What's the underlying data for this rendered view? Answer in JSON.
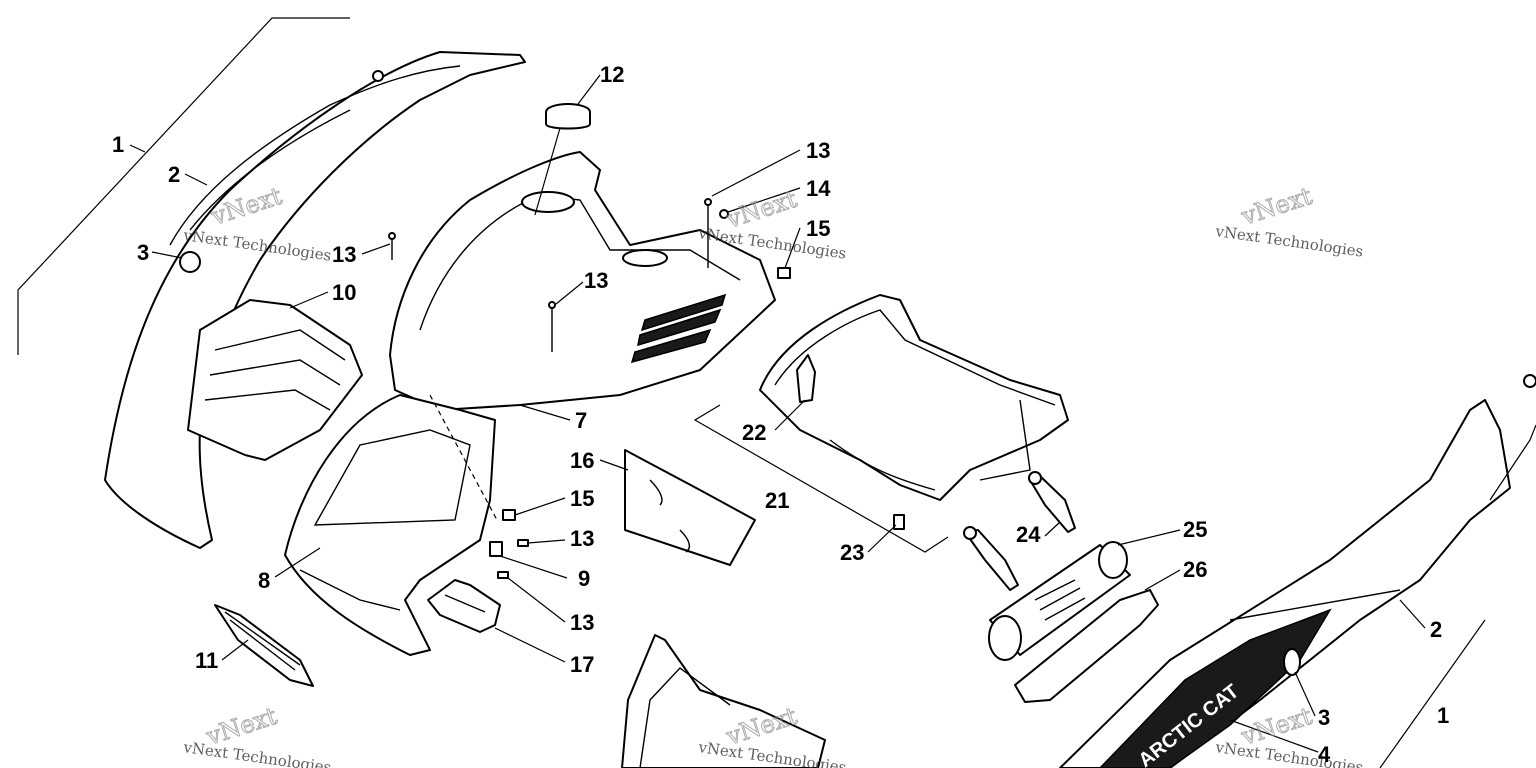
{
  "callouts": [
    {
      "label": "1"
    },
    {
      "label": "2"
    },
    {
      "label": "3"
    },
    {
      "label": "13"
    },
    {
      "label": "10"
    },
    {
      "label": "12"
    },
    {
      "label": "13"
    },
    {
      "label": "13"
    },
    {
      "label": "14"
    },
    {
      "label": "15"
    },
    {
      "label": "7"
    },
    {
      "label": "22"
    },
    {
      "label": "16"
    },
    {
      "label": "15"
    },
    {
      "label": "13"
    },
    {
      "label": "21"
    },
    {
      "label": "9"
    },
    {
      "label": "8"
    },
    {
      "label": "13"
    },
    {
      "label": "17"
    },
    {
      "label": "11"
    },
    {
      "label": "23"
    },
    {
      "label": "24"
    },
    {
      "label": "25"
    },
    {
      "label": "26"
    },
    {
      "label": "2"
    },
    {
      "label": "3"
    },
    {
      "label": "1"
    },
    {
      "label": "4"
    }
  ],
  "watermarks": [
    {
      "line1": "vNext Technologies",
      "line2": "vNext"
    },
    {
      "line1": "vNext Technologies",
      "line2": "vNext"
    },
    {
      "line1": "vNext Technologies",
      "line2": "vNext"
    },
    {
      "line1": "vNext Technologies",
      "line2": "vNext"
    },
    {
      "line1": "vNext Technologies",
      "line2": "vNext"
    },
    {
      "line1": "vNext Technologies",
      "line2": "vNext"
    }
  ],
  "decal": {
    "brand": "ARCTIC CAT"
  }
}
